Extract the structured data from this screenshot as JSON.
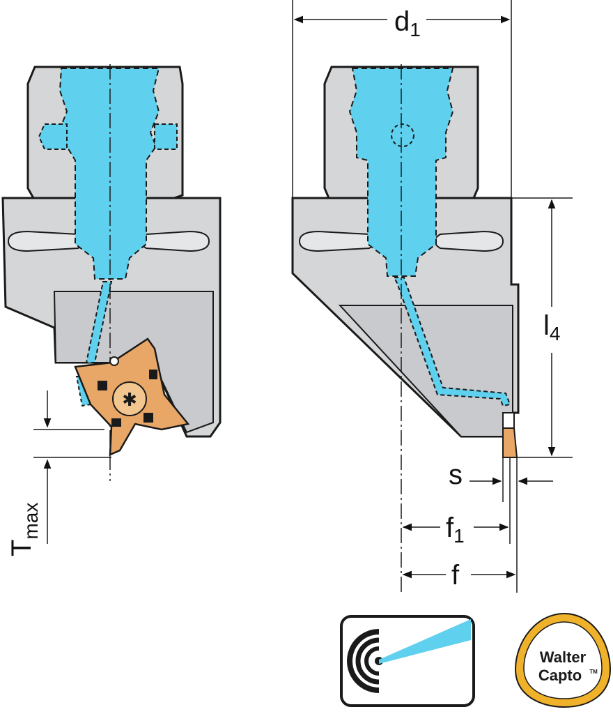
{
  "labels": {
    "d1": "d",
    "d1_sub": "1",
    "l4": "l",
    "l4_sub": "4",
    "s": "s",
    "f1": "f",
    "f1_sub": "1",
    "f": "f",
    "tmax": "T",
    "tmax_sub": "max"
  },
  "logo": {
    "line1": "Walter",
    "line2": "Capto",
    "tm": "TM"
  },
  "colors": {
    "body": "#d4d6d8",
    "body_dark": "#b9bcbf",
    "outline": "#1a1a1a",
    "coolant": "#5fd0ee",
    "insert": "#e8a766",
    "logo_ring": "#f0b22a"
  }
}
